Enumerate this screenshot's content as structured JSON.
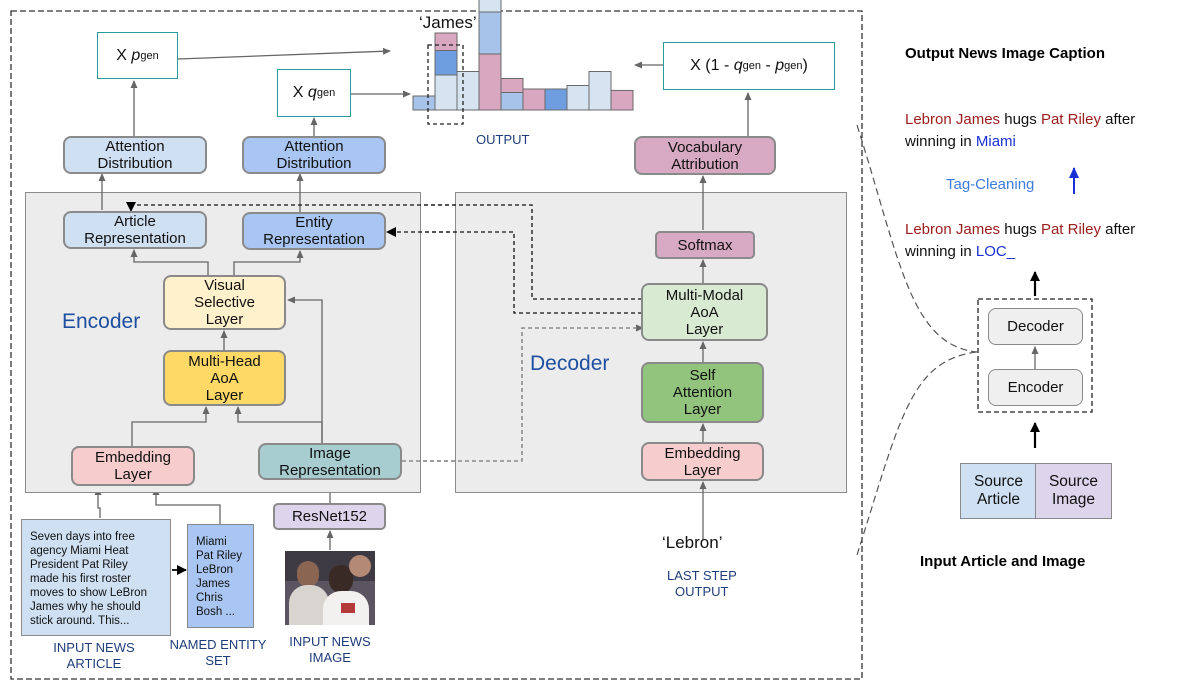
{
  "output_labels": {
    "james_quote": "‘James’",
    "output": "OUTPUT",
    "lebron_quote": "‘Lebron’",
    "last_step_1": "LAST STEP",
    "last_step_2": "OUTPUT"
  },
  "gen_boxes": {
    "p_prefix": "X ",
    "p_var": "p",
    "p_sub": "gen",
    "q_prefix": "X ",
    "q_var": "q",
    "q_sub": "gen",
    "vocab_prefix": "X (1 - ",
    "vocab_q": "q",
    "vocab_q_sub": "gen",
    "vocab_mid": " - ",
    "vocab_p": "p",
    "vocab_p_sub": "gen",
    "vocab_suffix": ")"
  },
  "encoder": {
    "label": "Encoder",
    "attention_dist_1": "Attention\nDistribution",
    "attention_dist_2": "Attention\nDistribution",
    "article_rep": "Article\nRepresentation",
    "entity_rep": "Entity\nRepresentation",
    "visual_selective": "Visual\nSelective\nLayer",
    "multi_head": "Multi-Head\nAoA\nLayer",
    "embedding": "Embedding\nLayer",
    "image_rep": "Image\nRepresentation",
    "resnet": "ResNet152"
  },
  "decoder": {
    "label": "Decoder",
    "vocab_attr": "Vocabulary\nAttribution",
    "softmax": "Softmax",
    "multimodal": "Multi-Modal\nAoA\nLayer",
    "self_attention": "Self\nAttention\nLayer",
    "embedding": "Embedding\nLayer"
  },
  "inputs": {
    "article_text": "Seven days into free\nagency Miami Heat\nPresident Pat Riley\nmade his first roster\nmoves to show LeBron\nJames why he should\nstick around. This...",
    "entity_text": "Miami\nPat Riley\nLeBron\nJames\nChris\nBosh ...",
    "article_label": "INPUT NEWS\nARTICLE",
    "entity_label": "NAMED ENTITY\nSET",
    "image_label": "INPUT NEWS\nIMAGE"
  },
  "right_panel": {
    "output_title": "Output News Image Caption",
    "caption1": {
      "w1": "Lebron James",
      "w2": " hugs ",
      "w3": "Pat Riley",
      "w4": " after",
      "w5": "winning in ",
      "w6": "Miami"
    },
    "tag_cleaning": "Tag-Cleaning",
    "caption2": {
      "w1": "Lebron James",
      "w2": " hugs ",
      "w3": "Pat Riley",
      "w4": " after",
      "w5": "winning in ",
      "w6": "LOC_"
    },
    "decoder": "Decoder",
    "encoder": "Encoder",
    "source_article": "Source\nArticle",
    "source_image": "Source\nImage",
    "input_title": "Input Article and Image"
  },
  "output_bars": [
    {
      "color": "#a7c3ea",
      "value": 0.2
    },
    {
      "color": "#d6e4f2",
      "value": 0.5
    },
    {
      "color": "#6f9ee0",
      "value": 0.35
    },
    {
      "color": "#d9a7bf",
      "value": 0.25
    },
    {
      "color": "#d6e4f2",
      "value": 0.55
    },
    {
      "color": "#d9a7bf",
      "value": 0.8
    },
    {
      "color": "#a7c3ea",
      "value": 0.6
    },
    {
      "color": "#d6e4f2",
      "value": 0.4
    },
    {
      "color": "#a7c3ea",
      "value": 0.25
    },
    {
      "color": "#d9a7bf",
      "value": 0.2
    },
    {
      "color": "#d9a7bf",
      "value": 0.3
    },
    {
      "color": "#6f9ee0",
      "value": 0.3
    },
    {
      "color": "#d6e4f2",
      "value": 0.35
    },
    {
      "color": "#d6e4f2",
      "value": 0.55
    },
    {
      "color": "#d9a7bf",
      "value": 0.28
    }
  ],
  "colors": {
    "light_blue": "#cfe0f3",
    "blue": "#a9c6f2",
    "pink": "#d8a9c3",
    "light_pink": "#f6cccc",
    "yellow_light": "#fff1cc",
    "yellow": "#ffd966",
    "teal": "#a8cdd0",
    "lavender": "#dcd5ec",
    "green_light": "#d9ead3",
    "green": "#93c47d",
    "arrow_blue": "#1a2fd6"
  }
}
